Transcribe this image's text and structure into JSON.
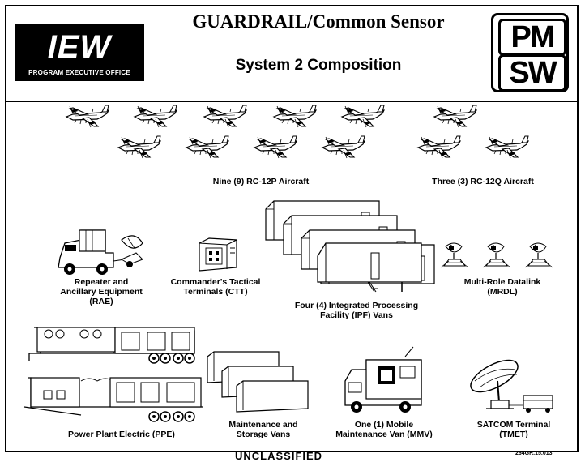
{
  "header": {
    "iew_logo_big": "IEW",
    "iew_logo_small": "PROGRAM EXECUTIVE OFFICE",
    "title": "GUARDRAIL/Common Sensor",
    "subtitle": "System 2 Composition",
    "pm_logo_line1": "PM",
    "pm_logo_line2": "SW"
  },
  "components": {
    "rc12p": "Nine (9) RC-12P Aircraft",
    "rc12q": "Three (3) RC-12Q Aircraft",
    "rae": [
      "Repeater and",
      "Ancillary Equipment",
      "(RAE)"
    ],
    "ctt": [
      "Commander's Tactical",
      "Terminals (CTT)"
    ],
    "ipf": [
      "Four (4) Integrated Processing",
      "Facility (IPF) Vans"
    ],
    "mrdl": [
      "Multi-Role Datalink",
      "(MRDL)"
    ],
    "ppe": "Power Plant Electric (PPE)",
    "msv": [
      "Maintenance and",
      "Storage Vans"
    ],
    "mmv": [
      "One (1) Mobile",
      "Maintenance Van (MMV)"
    ],
    "tmet": [
      "SATCOM Terminal",
      "(TMET)"
    ]
  },
  "footer": {
    "classification": "UNCLASSIFIED",
    "doc_number": "264GR.15.013"
  }
}
